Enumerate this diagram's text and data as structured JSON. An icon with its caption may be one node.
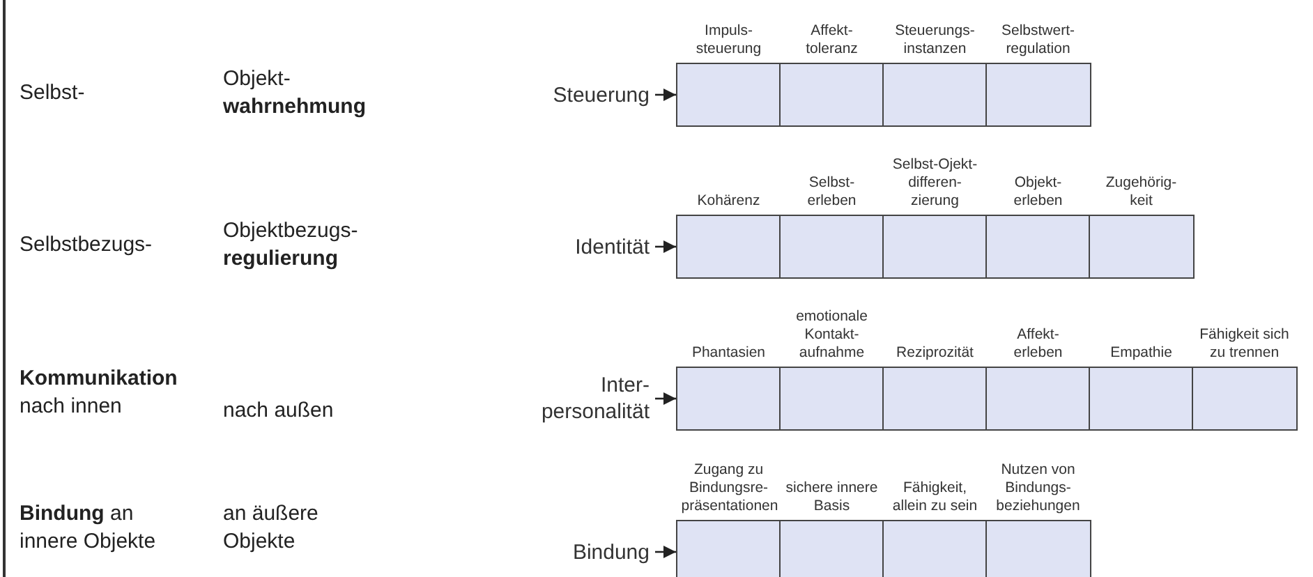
{
  "diagram": {
    "nodes": [
      {
        "text": [
          "Steuerung"
        ]
      },
      {
        "text": [
          "Impuls- steuerung"
        ]
      },
      {
        "text": [
          "Affekt- toleranz"
        ]
      },
      {
        "text": [
          "Steuerungs- instanzen"
        ]
      },
      {
        "text": [
          "Selbstwert- regulation"
        ]
      },
      {
        "text": [
          "Identität"
        ]
      },
      {
        "text": [
          "Kohärenz"
        ]
      },
      {
        "text": [
          "Selbst- erleben"
        ]
      },
      {
        "text": [
          "Selbst-Ojekt- differen- zierung"
        ]
      },
      {
        "text": [
          "Objekt- erleben"
        ]
      },
      {
        "text": [
          "Zugehörig- keit"
        ]
      },
      {
        "text": [
          "Inter- personalität"
        ]
      },
      {
        "text": [
          "Phantasien"
        ]
      },
      {
        "text": [
          "emotionale Kontakt- aufnahme"
        ]
      },
      {
        "text": [
          "Reziprozität"
        ]
      },
      {
        "text": [
          "Affekt- erleben"
        ]
      },
      {
        "text": [
          "Empathie"
        ]
      },
      {
        "text": [
          "Fähigkeit sich zu trennen"
        ]
      },
      {
        "text": [
          "Bindung"
        ]
      },
      {
        "text": [
          "Zugang zu Bindungsre- präsentationen"
        ]
      },
      {
        "text": [
          "sichere innere Basis"
        ]
      },
      {
        "text": [
          "Fähigkeit, allein zu sein"
        ]
      },
      {
        "text": [
          "Nutzen von Bindungs- beziehungen"
        ]
      }
    ],
    "edges": [
      {
        "from": 0,
        "to": 1,
        "arrow": "to"
      },
      {
        "from": 5,
        "to": 6,
        "arrow": "to"
      },
      {
        "from": 11,
        "to": 12,
        "arrow": "to"
      },
      {
        "from": 18,
        "to": 19,
        "arrow": "to"
      }
    ],
    "labels": [
      "Selbst-",
      "Objekt- **wahrnehmung**",
      "Selbstbezugs-",
      "Objektbezugs- **regulierung**",
      "**Kommunikation** nach innen",
      "nach außen",
      "**Bindung** an innere Objekte",
      "an äußere Objekte"
    ]
  }
}
